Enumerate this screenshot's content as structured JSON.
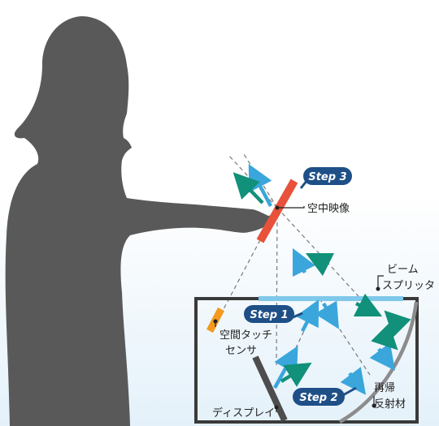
{
  "steps": {
    "step1": "Step 1",
    "step2": "Step 2",
    "step3": "Step 3"
  },
  "labels": {
    "aerial_image": "空中映像",
    "beam_splitter_line1": "ビーム",
    "beam_splitter_line2": "スプリッタ",
    "touch_sensor_line1": "空間タッチ",
    "touch_sensor_line2": "センサ",
    "display": "ディスプレイ",
    "retroreflector_line1": "再帰",
    "retroreflector_line2": "反射材"
  },
  "colors": {
    "silhouette": "#595959",
    "aerial_image": "#e8513a",
    "sensor": "#f39a1f",
    "beam_splitter": "#7ec8ea",
    "blue_arrow": "#3aa6dc",
    "green_arrow": "#11907a",
    "step_badge": "#1e4f87",
    "display_panel": "#4d4d4d",
    "reflector": "#8c8c8c"
  }
}
